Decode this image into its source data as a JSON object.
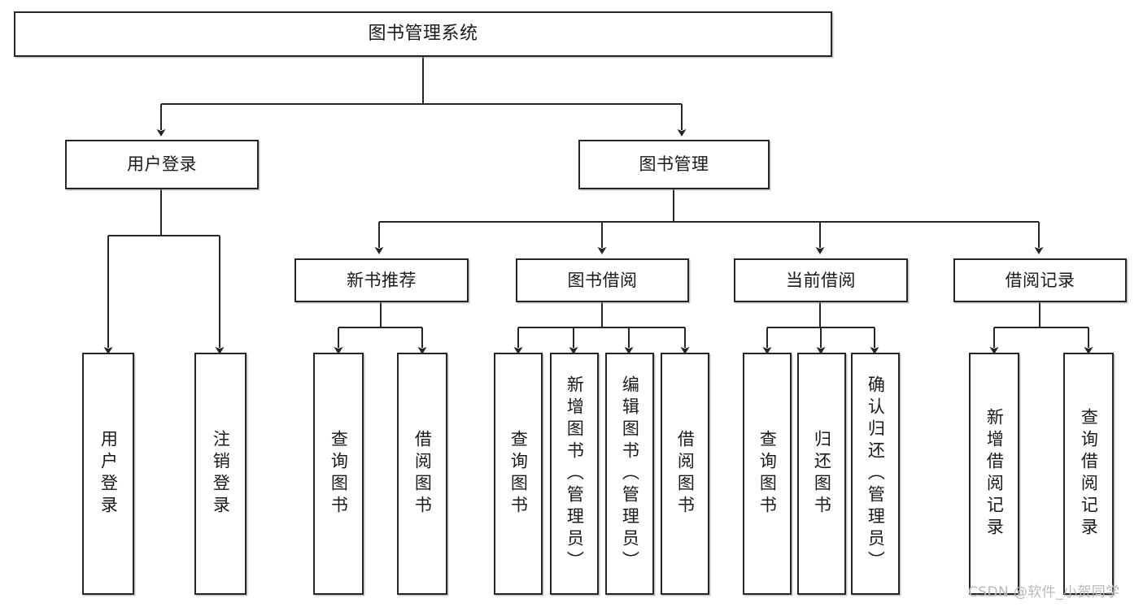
{
  "diagram": {
    "title": "图书管理系统",
    "type": "hierarchy-tree",
    "orientation": "top-down",
    "colors": {
      "box_border": "#262626",
      "box_fill": "#ffffff",
      "connector": "#262626",
      "watermark": "#b9b9b9",
      "background": "#ffffff"
    },
    "levels": [
      {
        "level": 0,
        "nodes": [
          {
            "id": "root",
            "label": "图书管理系统",
            "text_direction": "horizontal"
          }
        ]
      },
      {
        "level": 1,
        "nodes": [
          {
            "id": "user-login",
            "label": "用户登录",
            "text_direction": "horizontal",
            "parent": "root"
          },
          {
            "id": "book-management",
            "label": "图书管理",
            "text_direction": "horizontal",
            "parent": "root"
          }
        ]
      },
      {
        "level": 2,
        "nodes": [
          {
            "id": "new-book-recommend",
            "label": "新书推荐",
            "text_direction": "horizontal",
            "parent": "book-management"
          },
          {
            "id": "book-borrow",
            "label": "图书借阅",
            "text_direction": "horizontal",
            "parent": "book-management"
          },
          {
            "id": "current-borrow",
            "label": "当前借阅",
            "text_direction": "horizontal",
            "parent": "book-management"
          },
          {
            "id": "borrow-record",
            "label": "借阅记录",
            "text_direction": "horizontal",
            "parent": "book-management"
          }
        ]
      },
      {
        "level": 3,
        "nodes": [
          {
            "id": "leaf-user-login",
            "label": "用户登录",
            "text_direction": "vertical",
            "parent": "user-login"
          },
          {
            "id": "leaf-logout",
            "label": "注销登录",
            "text_direction": "vertical",
            "parent": "user-login"
          },
          {
            "id": "leaf-query-book-1",
            "label": "查询图书",
            "text_direction": "vertical",
            "parent": "new-book-recommend"
          },
          {
            "id": "leaf-borrow-book-1",
            "label": "借阅图书",
            "text_direction": "vertical",
            "parent": "new-book-recommend"
          },
          {
            "id": "leaf-query-book-2",
            "label": "查询图书",
            "text_direction": "vertical",
            "parent": "book-borrow"
          },
          {
            "id": "leaf-add-book",
            "label": "新增图书（管理员）",
            "text_direction": "vertical",
            "parent": "book-borrow"
          },
          {
            "id": "leaf-edit-book",
            "label": "编辑图书（管理员）",
            "text_direction": "vertical",
            "parent": "book-borrow"
          },
          {
            "id": "leaf-borrow-book-2",
            "label": "借阅图书",
            "text_direction": "vertical",
            "parent": "book-borrow"
          },
          {
            "id": "leaf-query-book-3",
            "label": "查询图书",
            "text_direction": "vertical",
            "parent": "current-borrow"
          },
          {
            "id": "leaf-return-book",
            "label": "归还图书",
            "text_direction": "vertical",
            "parent": "current-borrow"
          },
          {
            "id": "leaf-confirm-return",
            "label": "确认归还（管理员）",
            "text_direction": "vertical",
            "parent": "current-borrow"
          },
          {
            "id": "leaf-add-record",
            "label": "新增借阅记录",
            "text_direction": "vertical",
            "parent": "borrow-record"
          },
          {
            "id": "leaf-query-record",
            "label": "查询借阅记录",
            "text_direction": "vertical",
            "parent": "borrow-record"
          }
        ]
      }
    ]
  },
  "watermark": {
    "text": "CSDN @软件_小贺同学"
  }
}
